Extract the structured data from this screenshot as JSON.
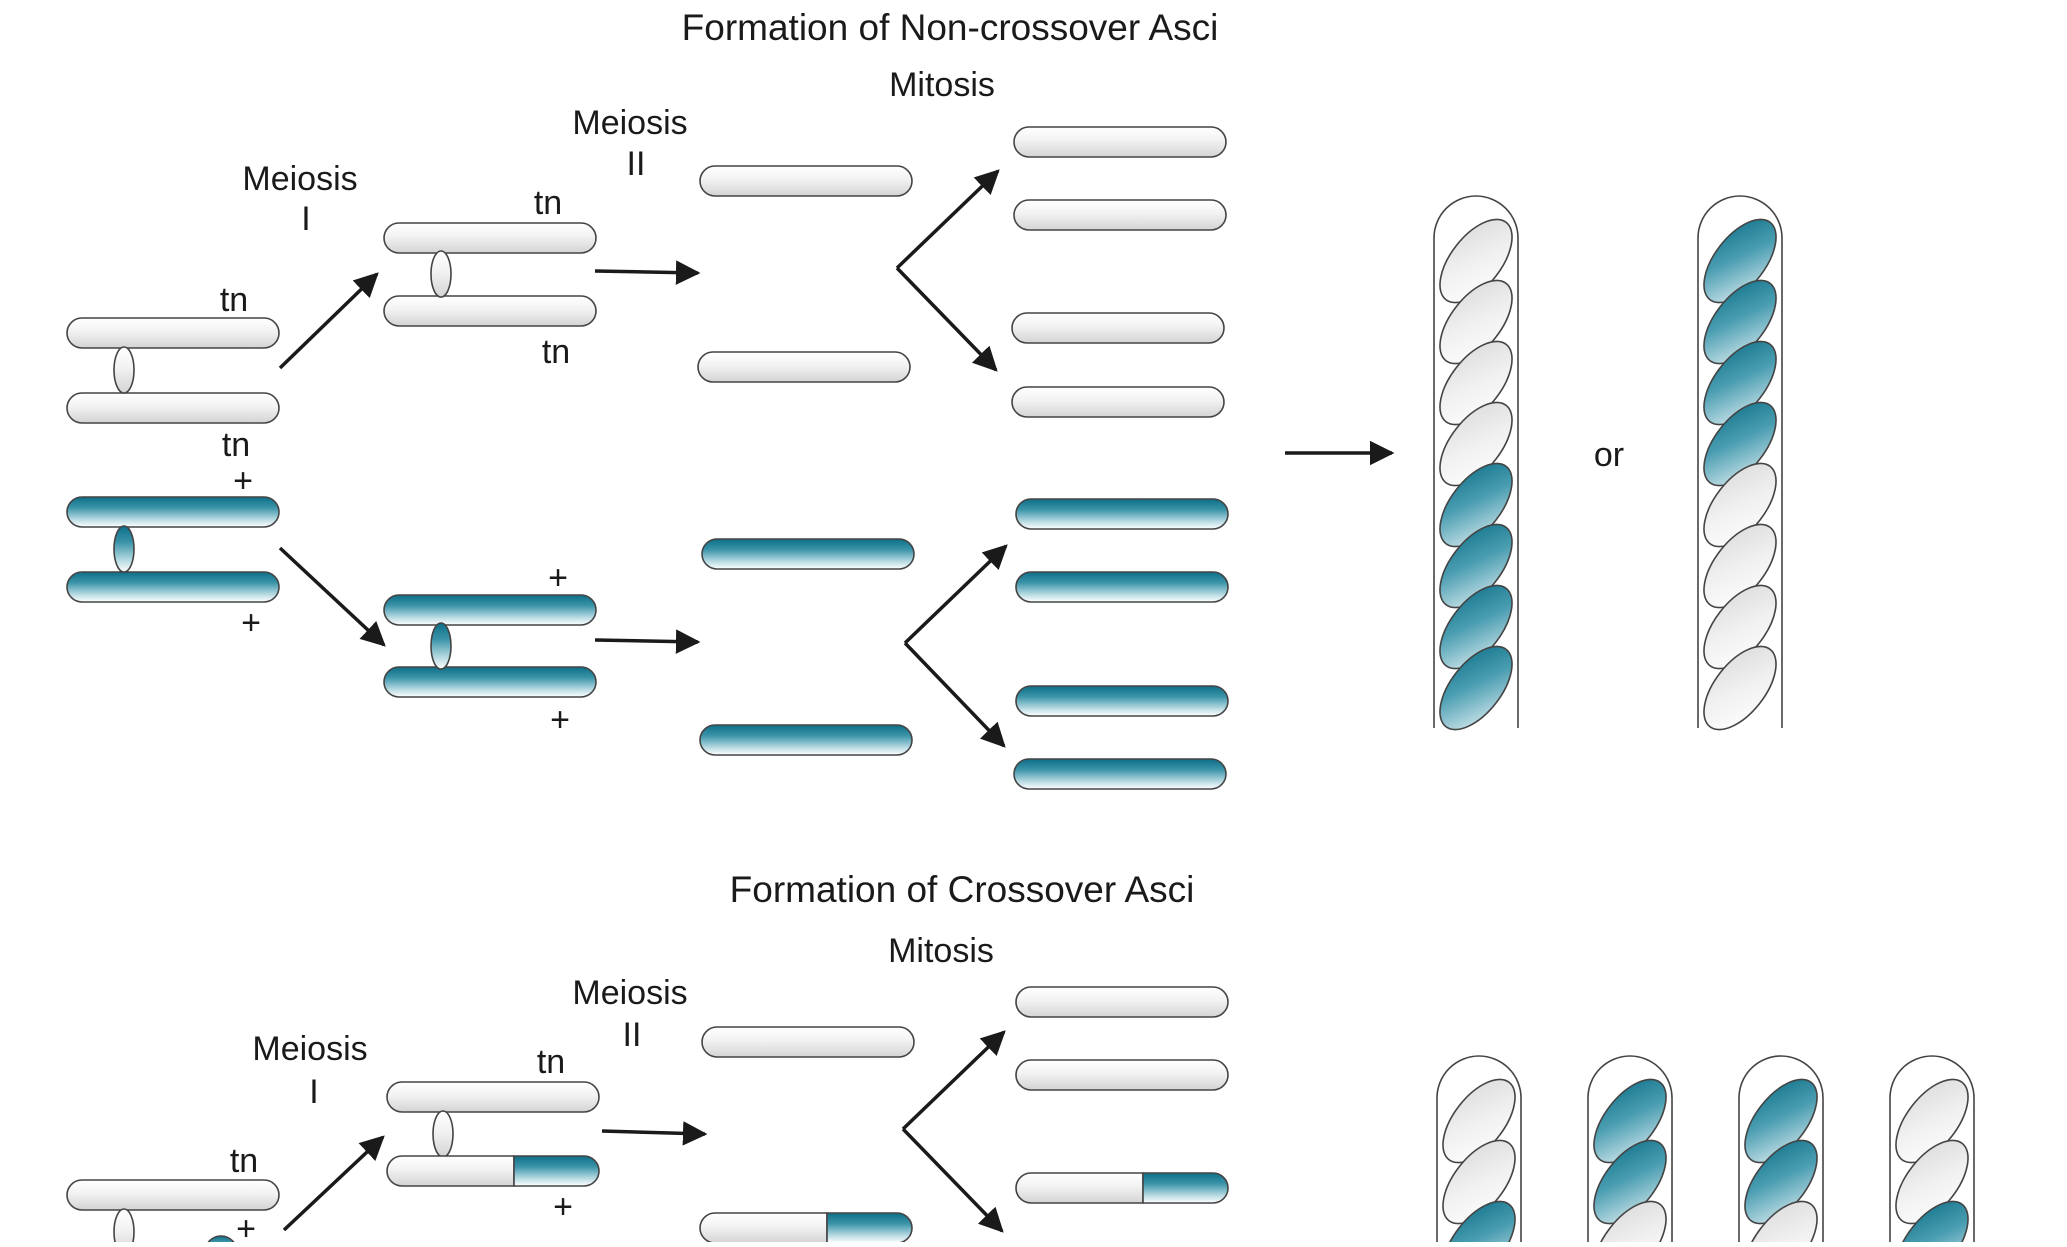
{
  "colors": {
    "allele_plus": "#1a7f96",
    "allele_tn": "#e6e6e6",
    "outline": "#444444",
    "arrow": "#1a1a1a",
    "text": "#1a1a1a"
  },
  "noncrossover": {
    "title": "Formation of Non-crossover Asci",
    "mitosis": "Mitosis",
    "meiosis1": "Meiosis",
    "meiosis1_num": "I",
    "meiosis2": "Meiosis",
    "meiosis2_num": "II",
    "allele_tn": "tn",
    "allele_plus": "+",
    "or": "or"
  },
  "crossover": {
    "title": "Formation of Crossover Asci",
    "mitosis": "Mitosis",
    "meiosis1": "Meiosis",
    "meiosis1_num": "I",
    "meiosis2": "Meiosis",
    "meiosis2_num": "II",
    "allele_tn": "tn",
    "allele_plus": "+"
  }
}
